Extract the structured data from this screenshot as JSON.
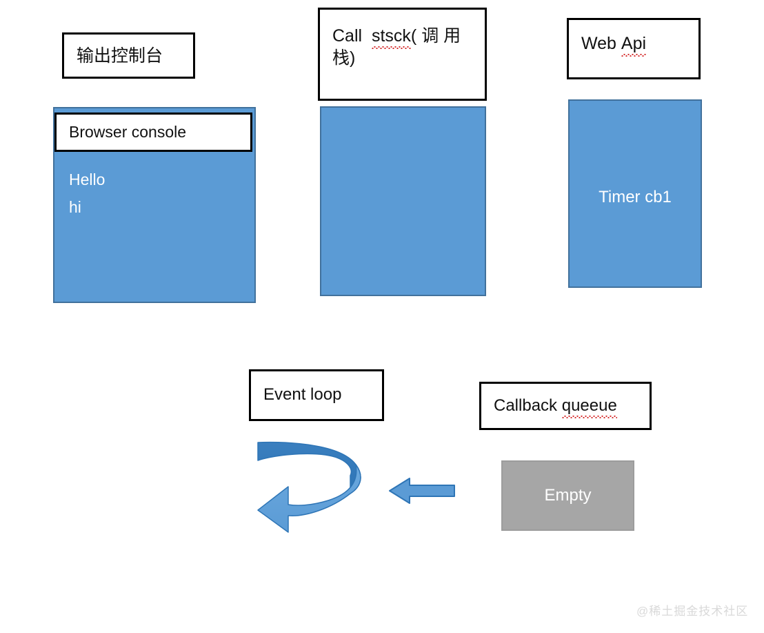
{
  "diagram": {
    "title_boxes": {
      "output_console": "输出控制台",
      "call_stack": "Call  stsck( 调 用 栈)",
      "call_stack_prefix": "Call  ",
      "call_stack_misspelled": "stsck",
      "call_stack_suffix": "( 调 用 栈)",
      "web_api_prefix": "Web ",
      "web_api_misspelled": "Api",
      "event_loop": "Event loop",
      "callback_queue_prefix": "Callback ",
      "callback_queue_misspelled": "queeue"
    },
    "browser_console": {
      "header": "Browser console",
      "lines": [
        "Hello",
        "hi"
      ]
    },
    "call_stack_panel": {
      "content": ""
    },
    "web_api_panel": {
      "content": "Timer cb1"
    },
    "callback_queue_panel": {
      "content": "Empty"
    },
    "arrows": {
      "queue_to_loop": "left-arrow",
      "event_loop_cycle": "circular-arrow"
    },
    "colors": {
      "panel_blue": "#5B9BD5",
      "panel_blue_border": "#41719C",
      "arrow_blue_dark": "#2E75B6",
      "arrow_blue_light": "#5B9BD5",
      "panel_gray": "#A6A6A6",
      "spellcheck_red": "#d42a2a",
      "box_border": "#000000"
    },
    "watermark": "@稀土掘金技术社区"
  }
}
